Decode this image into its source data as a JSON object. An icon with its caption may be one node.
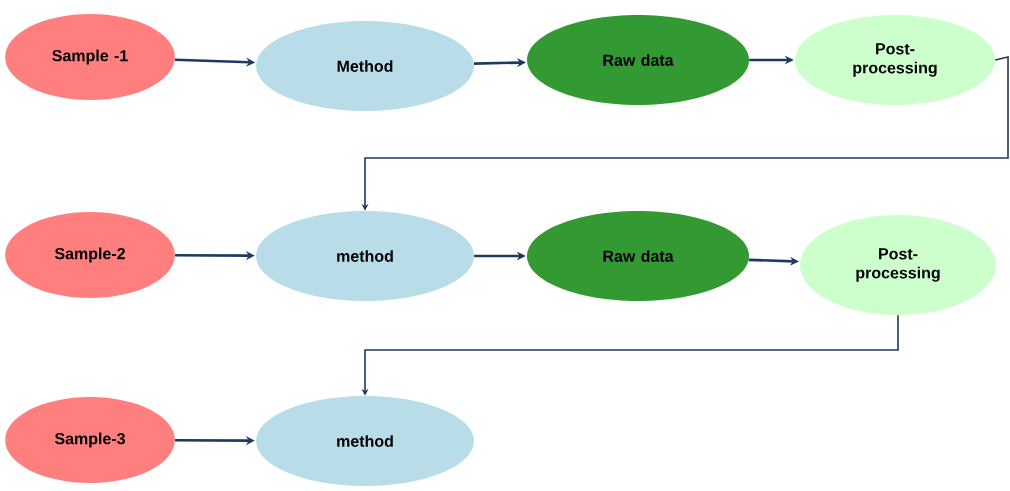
{
  "diagram": {
    "nodes": [
      {
        "text": [
          "Sample -1"
        ]
      },
      {
        "text": [
          "Method"
        ]
      },
      {
        "text": [
          "Raw data"
        ]
      },
      {
        "text": [
          "Post-processing"
        ]
      },
      {
        "text": [
          "Sample-2"
        ]
      },
      {
        "text": [
          "method"
        ]
      },
      {
        "text": [
          "Raw data"
        ]
      },
      {
        "text": [
          "Post-processing"
        ]
      },
      {
        "text": [
          "Sample-3"
        ]
      },
      {
        "text": [
          "method"
        ]
      }
    ],
    "edges": [
      {
        "from": 0,
        "to": 1,
        "arrow": "to"
      },
      {
        "from": 1,
        "to": 2,
        "arrow": "to"
      },
      {
        "from": 2,
        "to": 3,
        "arrow": "to"
      },
      {
        "from": 3,
        "to": 5,
        "arrow": "to"
      },
      {
        "from": 4,
        "to": 5,
        "arrow": "to"
      },
      {
        "from": 5,
        "to": 6,
        "arrow": "to"
      },
      {
        "from": 6,
        "to": 7,
        "arrow": "to"
      },
      {
        "from": 7,
        "to": 9,
        "arrow": "to"
      },
      {
        "from": 8,
        "to": 9,
        "arrow": "to"
      }
    ]
  }
}
